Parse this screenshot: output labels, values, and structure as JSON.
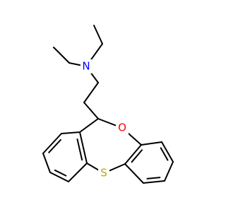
{
  "molecule": {
    "atoms": {
      "nitrogen": {
        "symbol": "N",
        "color": "#0000ff"
      },
      "oxygen": {
        "symbol": "O",
        "color": "#ff0000"
      },
      "sulfur": {
        "symbol": "S",
        "color": "#b8a600"
      }
    },
    "bond_color": "#000000",
    "background": "#ffffff"
  }
}
